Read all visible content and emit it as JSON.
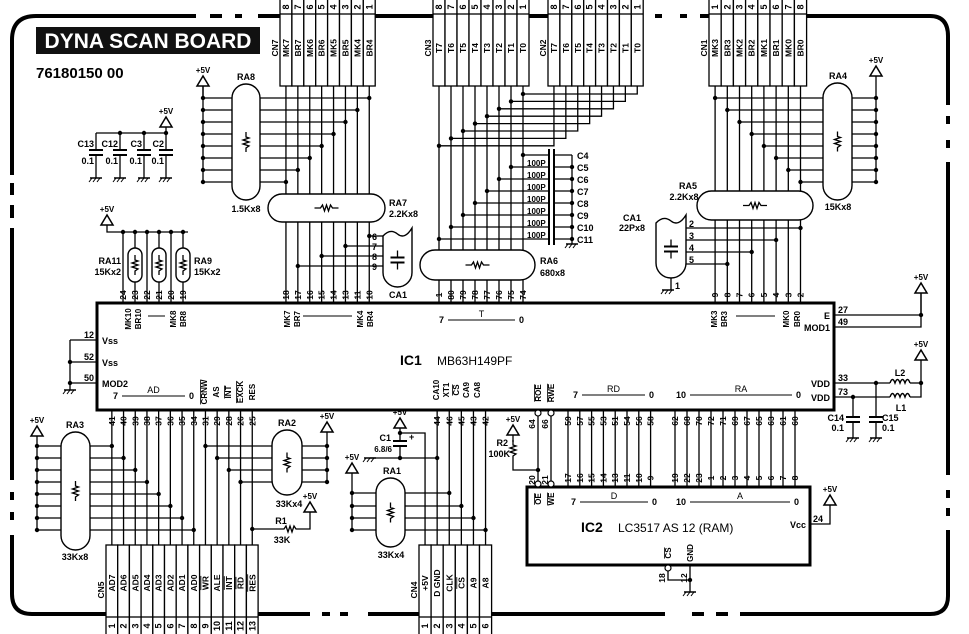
{
  "title": "DYNA SCAN BOARD",
  "part_number": "76180150 00",
  "power_label": "+5V",
  "connectors": {
    "cn7": {
      "name": "CN7",
      "pins": [
        {
          "n": "8",
          "t": "MK7"
        },
        {
          "n": "7",
          "t": "BR7"
        },
        {
          "n": "6",
          "t": "MK6"
        },
        {
          "n": "5",
          "t": "BR6"
        },
        {
          "n": "4",
          "t": "MK5"
        },
        {
          "n": "3",
          "t": "BR5"
        },
        {
          "n": "2",
          "t": "MK4"
        },
        {
          "n": "1",
          "t": "BR4"
        }
      ]
    },
    "cn3": {
      "name": "CN3",
      "pins": [
        {
          "n": "8",
          "t": "T7"
        },
        {
          "n": "7",
          "t": "T6"
        },
        {
          "n": "6",
          "t": "T5"
        },
        {
          "n": "5",
          "t": "T4"
        },
        {
          "n": "4",
          "t": "T3"
        },
        {
          "n": "3",
          "t": "T2"
        },
        {
          "n": "2",
          "t": "T1"
        },
        {
          "n": "1",
          "t": "T0"
        }
      ]
    },
    "cn2": {
      "name": "CN2",
      "pins": [
        {
          "n": "8",
          "t": "T7"
        },
        {
          "n": "7",
          "t": "T6"
        },
        {
          "n": "6",
          "t": "T5"
        },
        {
          "n": "5",
          "t": "T4"
        },
        {
          "n": "4",
          "t": "T3"
        },
        {
          "n": "3",
          "t": "T2"
        },
        {
          "n": "2",
          "t": "T1"
        },
        {
          "n": "1",
          "t": "T0"
        }
      ]
    },
    "cn1": {
      "name": "CN1",
      "pins": [
        {
          "n": "1",
          "t": "MK3"
        },
        {
          "n": "2",
          "t": "BR3"
        },
        {
          "n": "3",
          "t": "MK2"
        },
        {
          "n": "4",
          "t": "BR2"
        },
        {
          "n": "5",
          "t": "MK1"
        },
        {
          "n": "6",
          "t": "BR1"
        },
        {
          "n": "7",
          "t": "MK0"
        },
        {
          "n": "8",
          "t": "BR0"
        }
      ]
    },
    "cn5": {
      "name": "CN5",
      "pins": [
        {
          "n": "1",
          "t": "AD7"
        },
        {
          "n": "2",
          "t": "AD6"
        },
        {
          "n": "3",
          "t": "AD5"
        },
        {
          "n": "4",
          "t": "AD4"
        },
        {
          "n": "5",
          "t": "AD3"
        },
        {
          "n": "6",
          "t": "AD2"
        },
        {
          "n": "7",
          "t": "AD1"
        },
        {
          "n": "8",
          "t": "AD0"
        },
        {
          "n": "9",
          "t": "WR",
          "ov": true
        },
        {
          "n": "10",
          "t": "ALE"
        },
        {
          "n": "11",
          "t": "INT",
          "ov": true
        },
        {
          "n": "12",
          "t": "RD",
          "ov": true
        },
        {
          "n": "13",
          "t": "RES",
          "ov": true
        }
      ]
    },
    "cn4": {
      "name": "CN4",
      "pins": [
        {
          "n": "1",
          "t": "+5V"
        },
        {
          "n": "2",
          "t": "D GND"
        },
        {
          "n": "3",
          "t": "CLK"
        },
        {
          "n": "4",
          "t": "CS",
          "ov": true
        },
        {
          "n": "5",
          "t": "A9"
        },
        {
          "n": "6",
          "t": "A8"
        }
      ]
    }
  },
  "ic1": {
    "ref": "IC1",
    "part": "MB63H149PF",
    "top_pins": {
      "ra": [
        "24",
        "23",
        "22",
        "21",
        "20",
        "19"
      ],
      "cn7": [
        "18",
        "17",
        "16",
        "15",
        "14",
        "13",
        "11",
        "10"
      ],
      "cn3": [
        "1",
        "80",
        "79",
        "78",
        "77",
        "76",
        "75",
        "74"
      ],
      "cn1": [
        "9",
        "8",
        "7",
        "6",
        "5",
        "4",
        "3",
        "2"
      ]
    },
    "top_labels": [
      "MK10",
      "BR10",
      "MK8",
      "BR8",
      "MK7",
      "BR7",
      "MK4",
      "BR4",
      "MK3",
      "BR3",
      "MK0",
      "BR0"
    ],
    "t_bus": {
      "hi": "7",
      "name": "T",
      "lo": "0"
    },
    "left": [
      {
        "pin": "12",
        "label": "Vss"
      },
      {
        "pin": "52",
        "label": "Vss"
      },
      {
        "pin": "50",
        "label": "MOD2"
      }
    ],
    "right": [
      {
        "pin": "27",
        "label": "E"
      },
      {
        "pin": "49",
        "label": "MOD1"
      },
      {
        "pin": "33",
        "label": "VDD"
      },
      {
        "pin": "73",
        "label": "VDD"
      }
    ],
    "ad_bus": {
      "hi": "7",
      "name": "AD",
      "lo": "0"
    },
    "ctrl_labels": [
      {
        "t": "CRNW",
        "ov": true
      },
      {
        "t": "AS"
      },
      {
        "t": "INT",
        "ov": true
      },
      {
        "t": "EXCK",
        "ov": true
      },
      {
        "t": "RES"
      }
    ],
    "ca_labels": [
      {
        "t": "CA10"
      },
      {
        "t": "XT1"
      },
      {
        "t": "CS",
        "ov": true
      },
      {
        "t": "CA9"
      },
      {
        "t": "CA8"
      }
    ],
    "rw_labels": [
      {
        "t": "ROE",
        "ov": true
      },
      {
        "t": "RWE",
        "ov": true
      }
    ],
    "rd_bus": {
      "hi": "7",
      "name": "RD",
      "lo": "0"
    },
    "ra_bus": {
      "hi": "10",
      "name": "RA",
      "lo": "0"
    },
    "bottom_pins": {
      "ad": [
        "41",
        "40",
        "39",
        "38",
        "37",
        "36",
        "35",
        "34"
      ],
      "ctrl": [
        "31",
        "29",
        "28",
        "26",
        "25"
      ],
      "ca": [
        "44",
        "46",
        "45",
        "43",
        "42"
      ],
      "rw": [
        "64",
        "66"
      ],
      "rd": [
        "59",
        "57",
        "55",
        "53",
        "51",
        "54",
        "56",
        "58"
      ],
      "ra": [
        "62",
        "68",
        "70",
        "72",
        "71",
        "69",
        "67",
        "65",
        "63",
        "61",
        "60"
      ]
    }
  },
  "ic2": {
    "ref": "IC2",
    "part": "LC3517 AS 12 (RAM)",
    "top_pins": {
      "ctrl": [
        "20",
        "21"
      ],
      "d": [
        "17",
        "16",
        "15",
        "14",
        "13",
        "11",
        "10",
        "9"
      ],
      "a": [
        "19",
        "22",
        "23",
        "1",
        "2",
        "3",
        "4",
        "5",
        "6",
        "7",
        "8"
      ]
    },
    "ctrl_labels": [
      {
        "t": "OE",
        "ov": true
      },
      {
        "t": "WE",
        "ov": true
      }
    ],
    "d_bus": {
      "hi": "7",
      "name": "D",
      "lo": "0"
    },
    "a_bus": {
      "hi": "10",
      "name": "A",
      "lo": "0"
    },
    "vcc": {
      "label": "Vcc",
      "pin": "24"
    },
    "cs": {
      "label": "CS",
      "pin": "18"
    },
    "gnd": {
      "label": "GND",
      "pin": "12"
    }
  },
  "resistors": {
    "ra8": {
      "ref": "RA8",
      "value": "1.5Kx8"
    },
    "ra7": {
      "ref": "RA7",
      "value": "2.2Kx8"
    },
    "ra6": {
      "ref": "RA6",
      "value": "680x8"
    },
    "ra5": {
      "ref": "RA5",
      "value": "2.2Kx8"
    },
    "ra4": {
      "ref": "RA4",
      "value": "15Kx8"
    },
    "ra3": {
      "ref": "RA3",
      "value": "33Kx8"
    },
    "ra2": {
      "ref": "RA2",
      "value": "33Kx4"
    },
    "ra1": {
      "ref": "RA1",
      "value": "33Kx4"
    },
    "ra11": {
      "ref": "RA11",
      "value": "15Kx2"
    },
    "ra9": {
      "ref": "RA9",
      "value": "15Kx2"
    },
    "r1": {
      "ref": "R1",
      "value": "33K"
    },
    "r2": {
      "ref": "R2",
      "value": "100K"
    }
  },
  "capacitors": {
    "decoupling": [
      {
        "ref": "C13",
        "value": "0.1"
      },
      {
        "ref": "C12",
        "value": "0.1"
      },
      {
        "ref": "C3",
        "value": "0.1"
      },
      {
        "ref": "C2",
        "value": "0.1"
      }
    ],
    "t_filter": {
      "value": "100P",
      "refs": [
        "C4",
        "C5",
        "C6",
        "C7",
        "C8",
        "C9",
        "C10",
        "C11"
      ]
    },
    "ca1_left": {
      "ref": "CA1",
      "pins": [
        "6",
        "7",
        "8",
        "9"
      ]
    },
    "ca1_right": {
      "ref": "CA1",
      "value": "22Px8",
      "pins": [
        "2",
        "3",
        "4",
        "5"
      ],
      "gnd_pin": "1"
    },
    "c1": {
      "ref": "C1",
      "value": "6.8/6",
      "polarity": "+"
    },
    "c14": {
      "ref": "C14",
      "value": "0.1"
    },
    "c15": {
      "ref": "C15",
      "value": "0.1"
    }
  },
  "inductors": {
    "l1": "L1",
    "l2": "L2"
  }
}
